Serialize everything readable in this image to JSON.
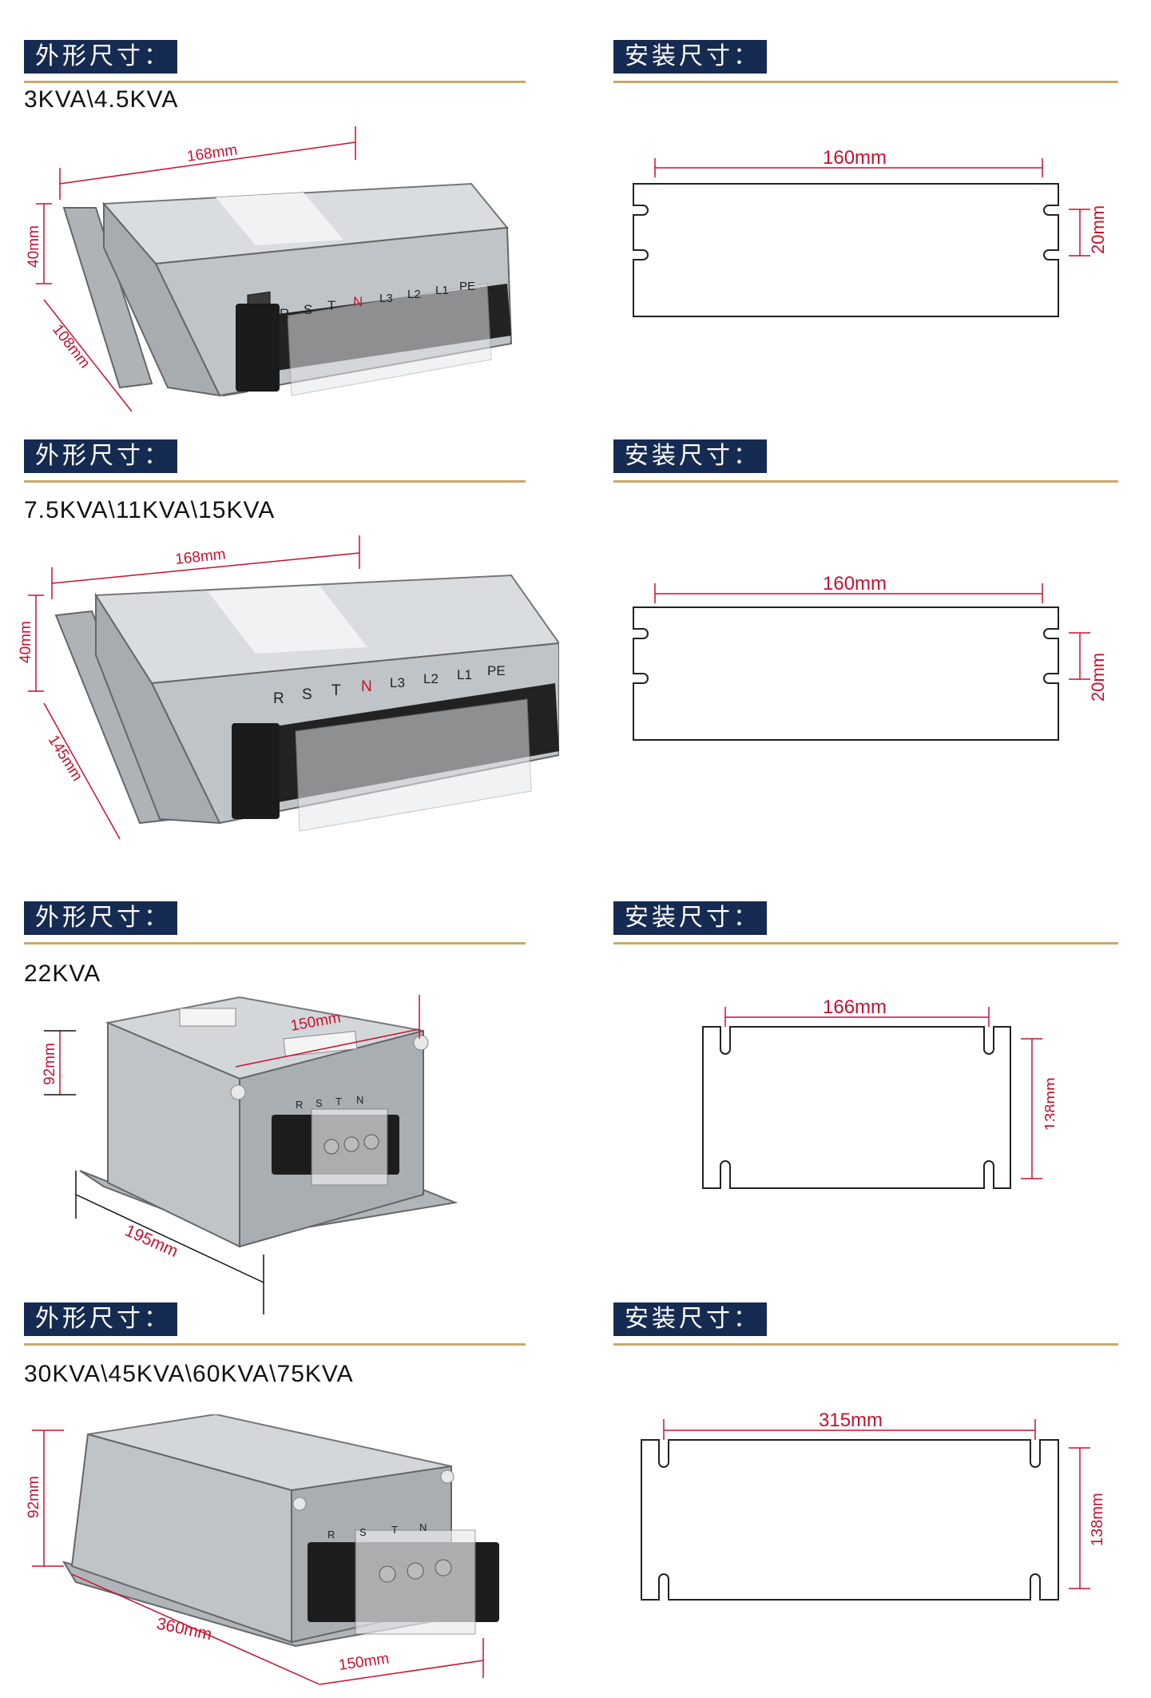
{
  "sections": [
    {
      "left_header": "外形尺寸：",
      "right_header": "安装尺寸：",
      "model": "3KVA\\4.5KVA",
      "outline": {
        "width": "168mm",
        "height": "40mm",
        "depth": "108mm"
      },
      "mount": {
        "span": "160mm",
        "slot": "20mm"
      },
      "terminals": [
        "R",
        "S",
        "T",
        "N",
        "L3",
        "L2",
        "L1",
        "PE"
      ]
    },
    {
      "left_header": "外形尺寸：",
      "right_header": "安装尺寸：",
      "model": "7.5KVA\\11KVA\\15KVA",
      "outline": {
        "width": "168mm",
        "height": "40mm",
        "depth": "145mm"
      },
      "mount": {
        "span": "160mm",
        "slot": "20mm"
      },
      "terminals": [
        "R",
        "S",
        "T",
        "N",
        "L3",
        "L2",
        "L1",
        "PE"
      ]
    },
    {
      "left_header": "外形尺寸：",
      "right_header": "安装尺寸：",
      "model": "22KVA",
      "outline": {
        "width": "150mm",
        "height": "92mm",
        "depth": "195mm"
      },
      "mount": {
        "span": "166mm",
        "slot": "138mm"
      },
      "terminals": [
        "R",
        "S",
        "T",
        "N"
      ]
    },
    {
      "left_header": "外形尺寸：",
      "right_header": "安装尺寸：",
      "model": "30KVA\\45KVA\\60KVA\\75KVA",
      "outline": {
        "width": "150mm",
        "height": "92mm",
        "depth": "360mm"
      },
      "mount": {
        "span": "315mm",
        "slot": "138mm"
      },
      "terminals": [
        "R",
        "S",
        "T",
        "N"
      ]
    }
  ],
  "colors": {
    "header_bg": "#162b52",
    "rule": "#c9a96a",
    "dimension": "#c8102e"
  }
}
